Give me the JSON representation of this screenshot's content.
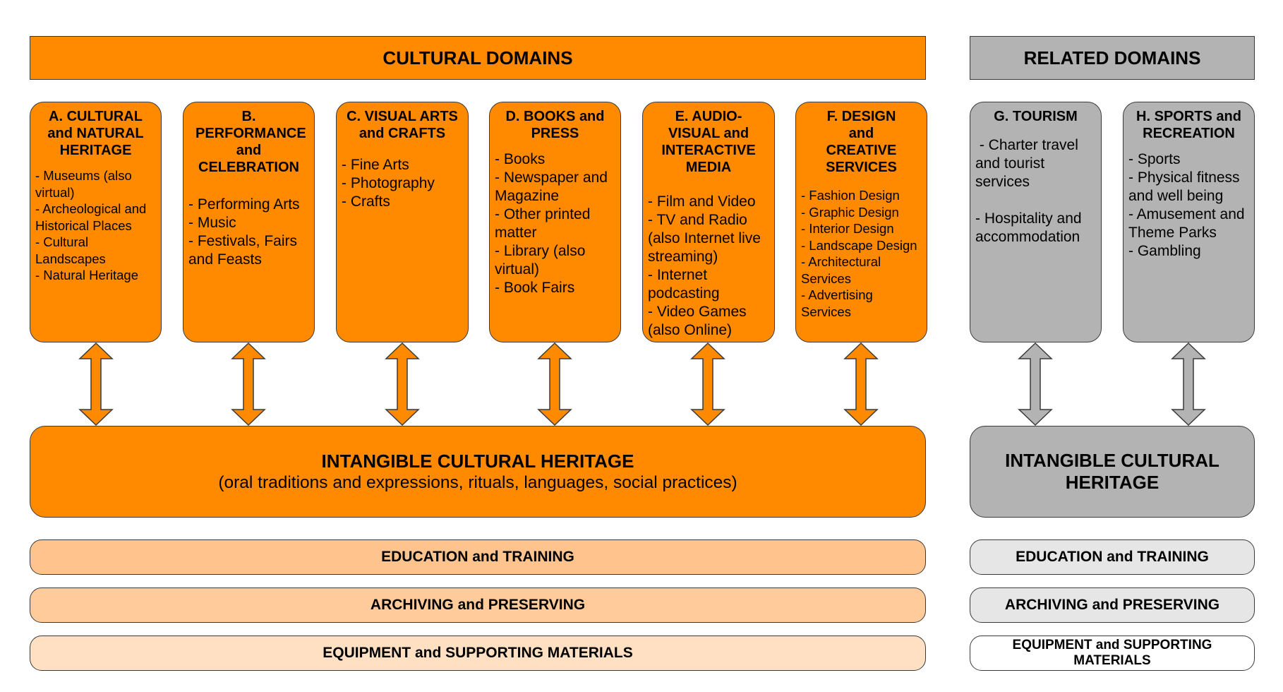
{
  "cultural_header": "CULTURAL DOMAINS",
  "related_header": "RELATED DOMAINS",
  "domains": [
    {
      "title": "A. CULTURAL and  NATURAL HERITAGE",
      "items": [
        "- Museums (also virtual)",
        "- Archeological and Historical Places",
        "- Cultural Landscapes",
        "- Natural Heritage"
      ]
    },
    {
      "title": "B. PERFORMANCE and CELEBRATION",
      "items": [
        "- Performing Arts",
        "- Music",
        "- Festivals, Fairs and Feasts"
      ]
    },
    {
      "title": "C. VISUAL ARTS and CRAFTS",
      "items": [
        "- Fine Arts",
        "- Photography",
        "- Crafts"
      ]
    },
    {
      "title": "D. BOOKS and PRESS",
      "items": [
        "- Books",
        "- Newspaper and Magazine",
        "- Other printed matter",
        "- Library (also virtual)",
        "- Book Fairs"
      ]
    },
    {
      "title": "E. AUDIO-VISUAL and INTERACTIVE MEDIA",
      "items": [
        "- Film and Video",
        "- TV and Radio (also Internet live streaming)",
        "- Internet podcasting",
        "- Video Games (also Online)"
      ]
    },
    {
      "title": "F. DESIGN and CREATIVE SERVICES",
      "items": [
        "- Fashion Design",
        "- Graphic Design",
        "- Interior Design",
        "- Landscape Design",
        "- Architectural Services",
        "- Advertising Services"
      ]
    }
  ],
  "related": [
    {
      "title": "G. TOURISM",
      "items": [
        " - Charter travel and tourist services",
        "- Hospitality and accommodation"
      ]
    },
    {
      "title": "H. SPORTS and RECREATION",
      "items": [
        "- Sports",
        "- Physical fitness and well being",
        "- Amusement and Theme Parks",
        "- Gambling"
      ]
    }
  ],
  "ich": {
    "title": "INTANGIBLE CULTURAL HERITAGE",
    "subtitle": "(oral traditions and expressions, rituals, languages, social practices)"
  },
  "ich_related": {
    "title": "INTANGIBLE CULTURAL HERITAGE"
  },
  "bands": {
    "education": "EDUCATION and TRAINING",
    "archiving": "ARCHIVING and PRESERVING",
    "equipment": "EQUIPMENT and SUPPORTING MATERIALS"
  },
  "colors": {
    "orange": "#ff8a00",
    "gray": "#b3b3b3",
    "band_education": "#ffc38e",
    "band_archiving": "#ffcb9a",
    "band_equipment": "#ffe0c2",
    "gray_band_education": "#e6e6e6",
    "gray_band_archiving": "#e6e6e6",
    "gray_band_equipment": "#ffffff"
  }
}
